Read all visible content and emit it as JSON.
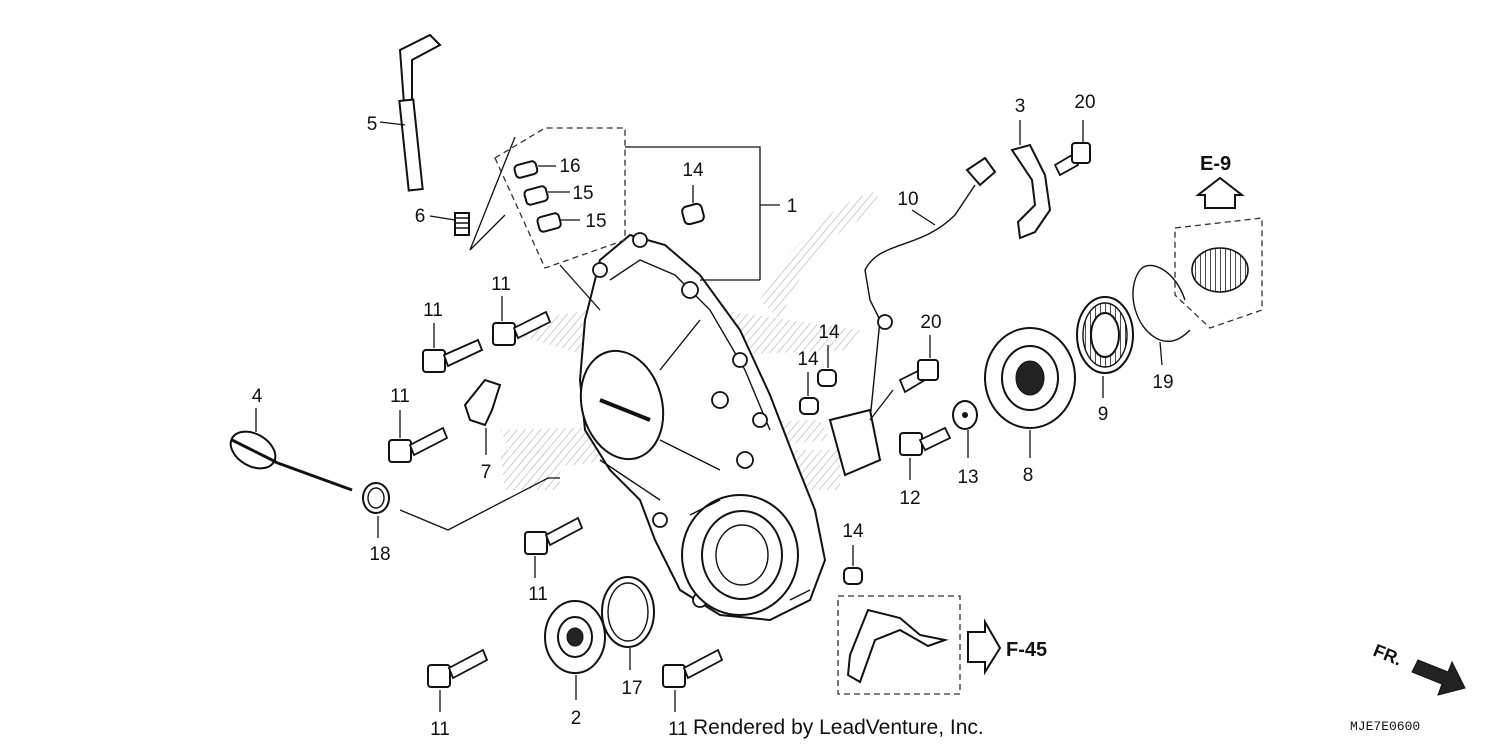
{
  "diagram": {
    "callouts": [
      {
        "id": "c5",
        "label": "5"
      },
      {
        "id": "c6",
        "label": "6"
      },
      {
        "id": "c16",
        "label": "16"
      },
      {
        "id": "c15a",
        "label": "15"
      },
      {
        "id": "c15b",
        "label": "15"
      },
      {
        "id": "c14a",
        "label": "14"
      },
      {
        "id": "c1",
        "label": "1"
      },
      {
        "id": "c10",
        "label": "10"
      },
      {
        "id": "c3",
        "label": "3"
      },
      {
        "id": "c20a",
        "label": "20"
      },
      {
        "id": "c11a",
        "label": "11"
      },
      {
        "id": "c11b",
        "label": "11"
      },
      {
        "id": "c14b",
        "label": "14"
      },
      {
        "id": "c14c",
        "label": "14"
      },
      {
        "id": "c20b",
        "label": "20"
      },
      {
        "id": "c4",
        "label": "4"
      },
      {
        "id": "c11c",
        "label": "11"
      },
      {
        "id": "c7",
        "label": "7"
      },
      {
        "id": "c12",
        "label": "12"
      },
      {
        "id": "c13",
        "label": "13"
      },
      {
        "id": "c8",
        "label": "8"
      },
      {
        "id": "c9",
        "label": "9"
      },
      {
        "id": "c19",
        "label": "19"
      },
      {
        "id": "c18",
        "label": "18"
      },
      {
        "id": "c11d",
        "label": "11"
      },
      {
        "id": "c14d",
        "label": "14"
      },
      {
        "id": "c17",
        "label": "17"
      },
      {
        "id": "c2",
        "label": "2"
      },
      {
        "id": "c11e",
        "label": "11"
      },
      {
        "id": "c11f",
        "label": "11"
      }
    ],
    "refs": {
      "e9": "E-9",
      "f45": "F-45"
    },
    "direction_label": "FR.",
    "footer_text": "Rendered by LeadVenture, Inc.",
    "diagram_code": "MJE7E0600",
    "colors": {
      "ink": "#111111",
      "watermark": "#cfcfcf",
      "background": "#ffffff"
    }
  }
}
